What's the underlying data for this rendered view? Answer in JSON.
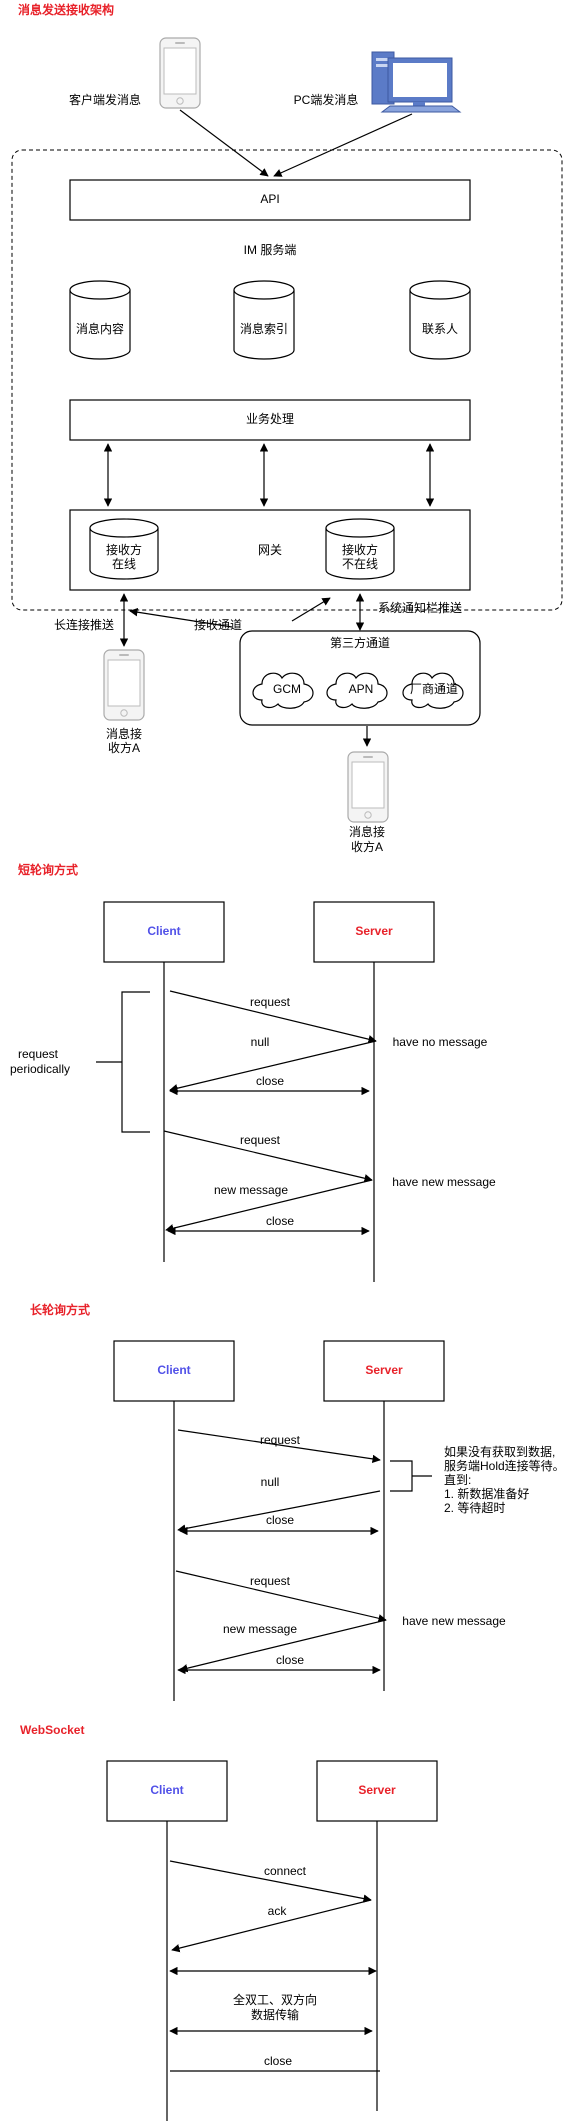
{
  "sections": {
    "arch_title": "消息发送接收架构",
    "short_poll_title": "短轮询方式",
    "long_poll_title": "长轮询方式",
    "websocket_title": "WebSocket"
  },
  "architecture": {
    "client_phone_label": "客户端发消息",
    "pc_label": "PC端发消息",
    "api": "API",
    "im_server": "IM 服务端",
    "db_content": "消息内容",
    "db_index": "消息索引",
    "db_contacts": "联系人",
    "business": "业务处理",
    "gateway": "网关",
    "receiver_online_1": "接收方",
    "receiver_online_2": "在线",
    "receiver_offline_1": "接收方",
    "receiver_offline_2": "不在线",
    "long_conn_push": "长连接推送",
    "receive_channel": "接收通道",
    "sys_notify_push": "系统通知栏推送",
    "third_party": "第三方通道",
    "gcm": "GCM",
    "apn": "APN",
    "vendor": "厂商通道",
    "receiver_a_1": "消息接",
    "receiver_a_2": "收方A",
    "receiver_b_1": "消息接",
    "receiver_b_2": "收方A"
  },
  "short_poll": {
    "client": "Client",
    "server": "Server",
    "request1": "request",
    "null": "null",
    "close1": "close",
    "no_msg": "have no message",
    "request2": "request",
    "new_msg_label": "new message",
    "close2": "close",
    "have_new": "have new message",
    "periodic_1": "request",
    "periodic_2": "periodically"
  },
  "long_poll": {
    "client": "Client",
    "server": "Server",
    "request1": "request",
    "null": "null",
    "close1": "close",
    "note_1": "如果没有获取到数据,",
    "note_2": "服务端Hold连接等待。",
    "note_3": "直到:",
    "note_4": "1. 新数据准备好",
    "note_5": "2. 等待超时",
    "request2": "request",
    "new_msg_label": "new message",
    "close2": "close",
    "have_new": "have new message"
  },
  "websocket": {
    "client": "Client",
    "server": "Server",
    "connect": "connect",
    "ack": "ack",
    "duplex_1": "全双工、双方向",
    "duplex_2": "数据传输",
    "close": "close"
  }
}
